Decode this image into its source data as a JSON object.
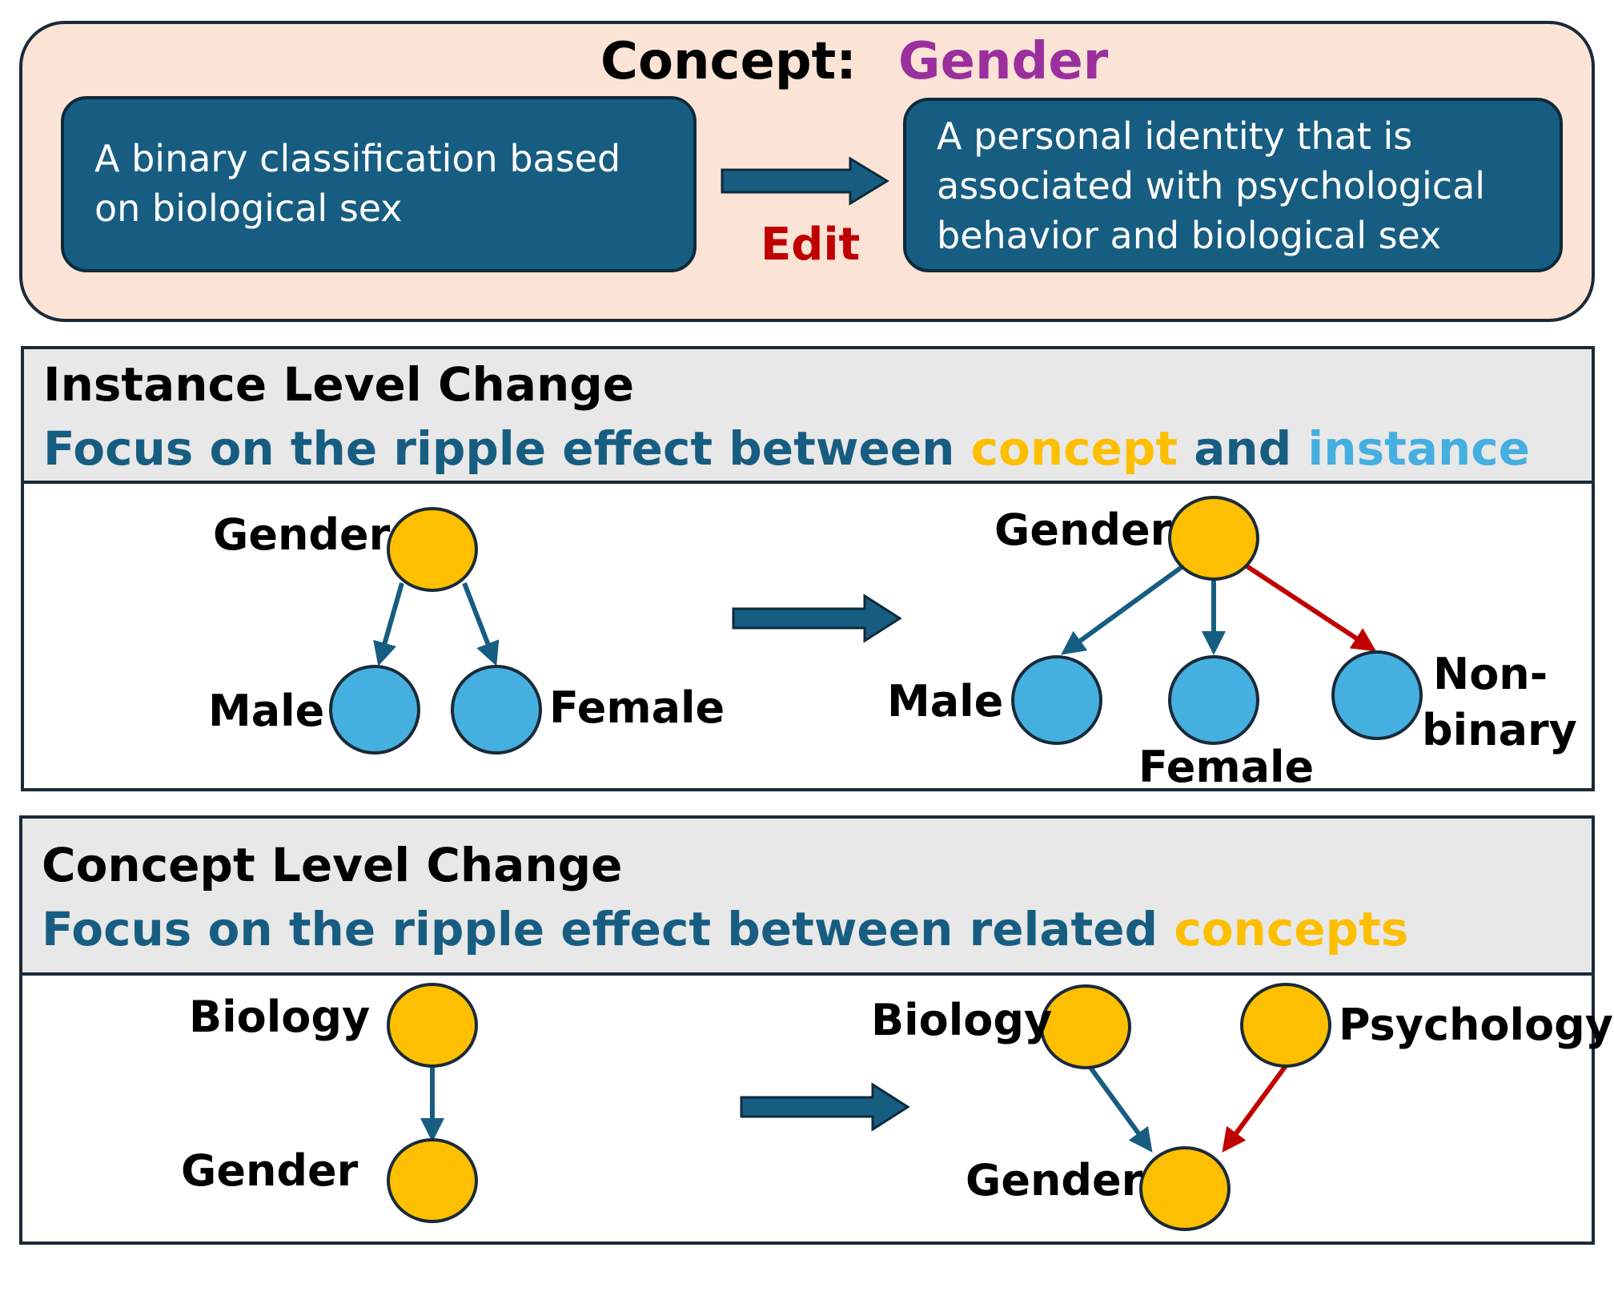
{
  "top": {
    "heading_label": "Concept:",
    "heading_value": "Gender",
    "old_definition": [
      "A binary classification based",
      "on biological sex"
    ],
    "new_definition": [
      "A personal identity that is",
      "associated with psychological",
      "behavior and biological sex"
    ],
    "edit_label": "Edit"
  },
  "instance_panel": {
    "title": "Instance Level Change",
    "subtitle": {
      "prefix": "Focus on the ripple effect between ",
      "concept_word": "concept",
      "middle": " and ",
      "instance_word": "instance"
    },
    "before": {
      "root": "Gender",
      "children": [
        "Male",
        "Female"
      ]
    },
    "after": {
      "root": "Gender",
      "children": [
        "Male",
        "Female",
        "Non-",
        "binary"
      ]
    }
  },
  "concept_panel": {
    "title": "Concept Level Change",
    "subtitle": {
      "prefix": "Focus on the ripple effect between related ",
      "concept_word": "concepts"
    },
    "before": {
      "parent": "Biology",
      "child": "Gender"
    },
    "after": {
      "parents": [
        "Biology",
        "Psychology"
      ],
      "child": "Gender"
    }
  },
  "colors": {
    "concept_node": "#fdbf00",
    "instance_node": "#45afe0",
    "dark_blue": "#175d82",
    "new_edge": "#c00000",
    "gender_purple": "#9b2f9e",
    "top_panel_bg": "#fbe3d6",
    "header_bg": "#e8e8e8",
    "edit_red": "#c00000"
  }
}
